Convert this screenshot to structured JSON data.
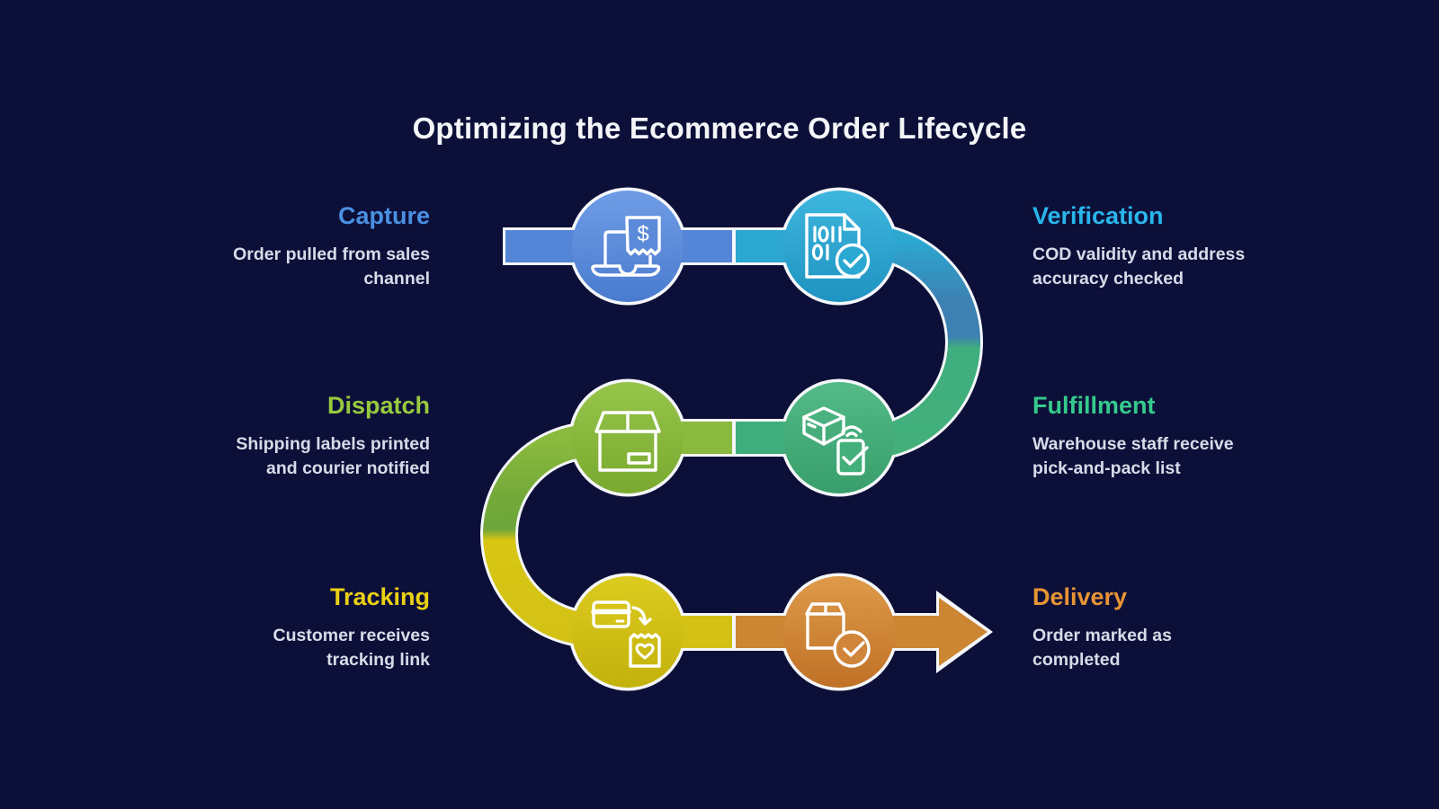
{
  "title": "Optimizing the Ecommerce Order Lifecycle",
  "background_color": "#0c1039",
  "description_text_color": "#d8dbe8",
  "stages": [
    {
      "name": "Capture",
      "description": "Order pulled from sales\nchannel",
      "side": "left",
      "title_color": "#4a90e2",
      "node_color": "#5585d6",
      "icon": "laptop-receipt-dollar-icon"
    },
    {
      "name": "Verification",
      "description": "COD validity and address\naccuracy checked",
      "side": "right",
      "title_color": "#29b6ea",
      "node_color": "#2ba7d0",
      "icon": "binary-document-check-icon"
    },
    {
      "name": "Fulfillment",
      "description": "Warehouse staff receive\npick-and-pack list",
      "side": "right",
      "title_color": "#35ca8c",
      "node_color": "#43b07b",
      "icon": "box-wifi-device-check-icon"
    },
    {
      "name": "Dispatch",
      "description": "Shipping labels printed\nand courier notified",
      "side": "left",
      "title_color": "#98ca3f",
      "node_color": "#8aba3e",
      "icon": "package-box-icon"
    },
    {
      "name": "Tracking",
      "description": "Customer receives\ntracking link",
      "side": "left",
      "title_color": "#ecd013",
      "node_color": "#d3c116",
      "icon": "card-bag-heart-icon"
    },
    {
      "name": "Delivery",
      "description": "Order marked as\ncompleted",
      "side": "right",
      "title_color": "#e79434",
      "node_color": "#d0853a",
      "icon": "box-check-icon"
    }
  ]
}
